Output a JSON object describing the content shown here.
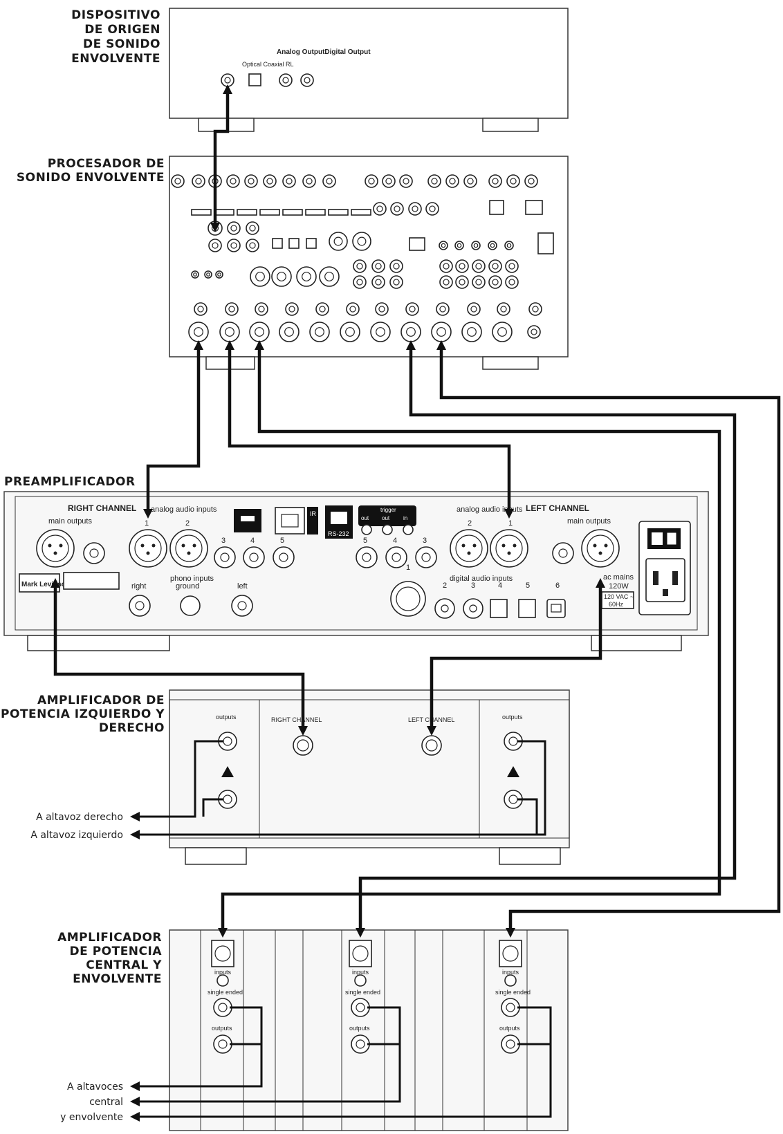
{
  "labels": {
    "source": [
      "DISPOSITIVO",
      "DE ORIGEN",
      "DE SONIDO",
      "ENVOLVENTE"
    ],
    "processor": [
      "PROCESADOR DE",
      "SONIDO ENVOLVENTE"
    ],
    "preamp": "PREAMPLIFICADOR",
    "lr_amp": [
      "AMPLIFICADOR DE",
      "POTENCIA IZQUIERDO Y",
      "DERECHO"
    ],
    "center_amp": [
      "AMPLIFICADOR",
      "DE POTENCIA",
      "CENTRAL Y",
      "ENVOLVENTE"
    ]
  },
  "source_device": {
    "output_header": "Analog OutputDigital Output",
    "connector_labels": "Optical Coaxial RL"
  },
  "preamp_panel": {
    "right_channel": "RIGHT CHANNEL",
    "left_channel": "LEFT CHANNEL",
    "main_outputs": "main outputs",
    "analog_audio_inputs": "analog audio inputs",
    "trigger": "trigger",
    "trigger_out1": "out",
    "trigger_out2": "out",
    "trigger_in": "in",
    "rs232": "RS-232",
    "ir": "IR",
    "phono_inputs": "phono inputs",
    "ground": "ground",
    "right": "right",
    "left": "left",
    "digital_audio_inputs": "digital audio inputs",
    "ac_mains": "ac mains",
    "watts": "120W",
    "voltage": "120 VAC ~",
    "freq": "60Hz",
    "brand": "Mark Levinson",
    "input_numbers_r": [
      "1",
      "2",
      "3",
      "4",
      "5"
    ],
    "input_numbers_l": [
      "5",
      "4",
      "3",
      "2",
      "1"
    ],
    "digital_numbers": [
      "1",
      "2",
      "3",
      "4",
      "5",
      "6"
    ]
  },
  "lr_amp_panel": {
    "right_channel": "RIGHT CHANNEL",
    "left_channel": "LEFT CHANNEL",
    "outputs": "outputs"
  },
  "center_amp_panel": {
    "inputs": "inputs",
    "single_ended": "single ended",
    "outputs": "outputs"
  },
  "speaker_labels": {
    "right": "A altavoz derecho",
    "left": "A altavoz izquierdo",
    "center_surround": [
      "A altavoces",
      "central",
      "y envolvente"
    ]
  },
  "colors": {
    "ink": "#111111",
    "panel": "#ffffff",
    "panel_alt": "#f7f7f7"
  }
}
